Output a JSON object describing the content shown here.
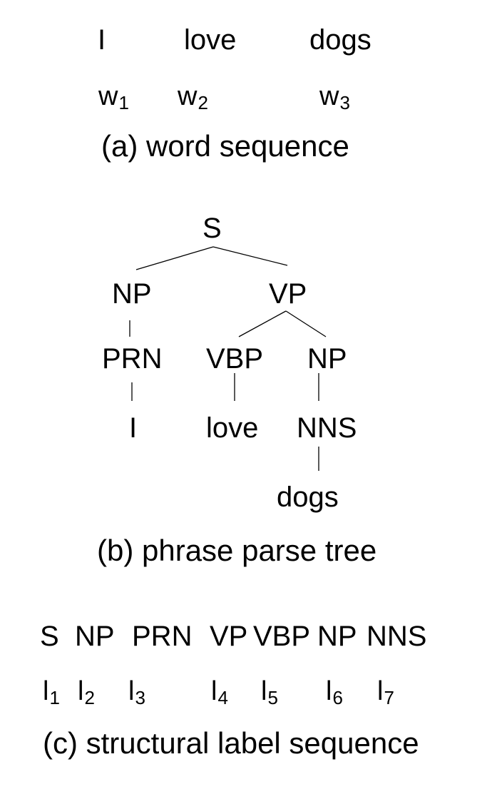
{
  "panel_a": {
    "words": [
      "I",
      "love",
      "dogs"
    ],
    "indices": [
      {
        "var": "w",
        "sub": "1"
      },
      {
        "var": "w",
        "sub": "2"
      },
      {
        "var": "w",
        "sub": "3"
      }
    ],
    "caption": "(a) word sequence"
  },
  "panel_b": {
    "nodes": {
      "s": "S",
      "np1": "NP",
      "vp": "VP",
      "prn": "PRN",
      "vbp": "VBP",
      "np2": "NP",
      "i": "I",
      "love": "love",
      "nns": "NNS",
      "dogs": "dogs"
    },
    "caption": "(b) phrase parse tree"
  },
  "panel_c": {
    "labels": [
      "S",
      "NP",
      "PRN",
      "VP",
      "VBP",
      "NP",
      "NNS"
    ],
    "indices": [
      {
        "var": "l",
        "sub": "1"
      },
      {
        "var": "l",
        "sub": "2"
      },
      {
        "var": "l",
        "sub": "3"
      },
      {
        "var": "l",
        "sub": "4"
      },
      {
        "var": "l",
        "sub": "5"
      },
      {
        "var": "l",
        "sub": "6"
      },
      {
        "var": "l",
        "sub": "7"
      }
    ],
    "caption": "(c) structural label sequence"
  }
}
